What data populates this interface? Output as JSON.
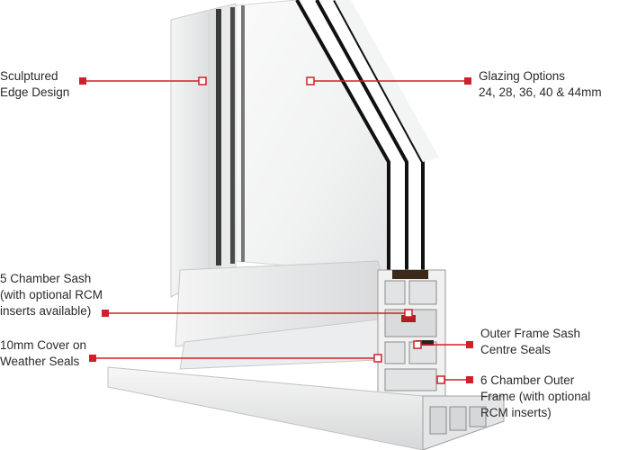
{
  "accent_color": "#d0202a",
  "callouts": {
    "sculptured_edge": {
      "lines": [
        "Sculptured",
        "Edge Design"
      ]
    },
    "glazing_options": {
      "lines": [
        "Glazing Options",
        "24, 28, 36, 40 & 44mm"
      ]
    },
    "chamber_sash": {
      "lines": [
        "5 Chamber Sash",
        "(with optional RCM",
        "inserts available)"
      ]
    },
    "cover_weather_seals": {
      "lines": [
        "10mm Cover on",
        "Weather Seals"
      ]
    },
    "centre_seals": {
      "lines": [
        "Outer Frame Sash",
        "Centre Seals"
      ]
    },
    "chamber_outer_frame": {
      "lines": [
        "6 Chamber Outer",
        "Frame (with optional",
        "RCM inserts)"
      ]
    }
  }
}
